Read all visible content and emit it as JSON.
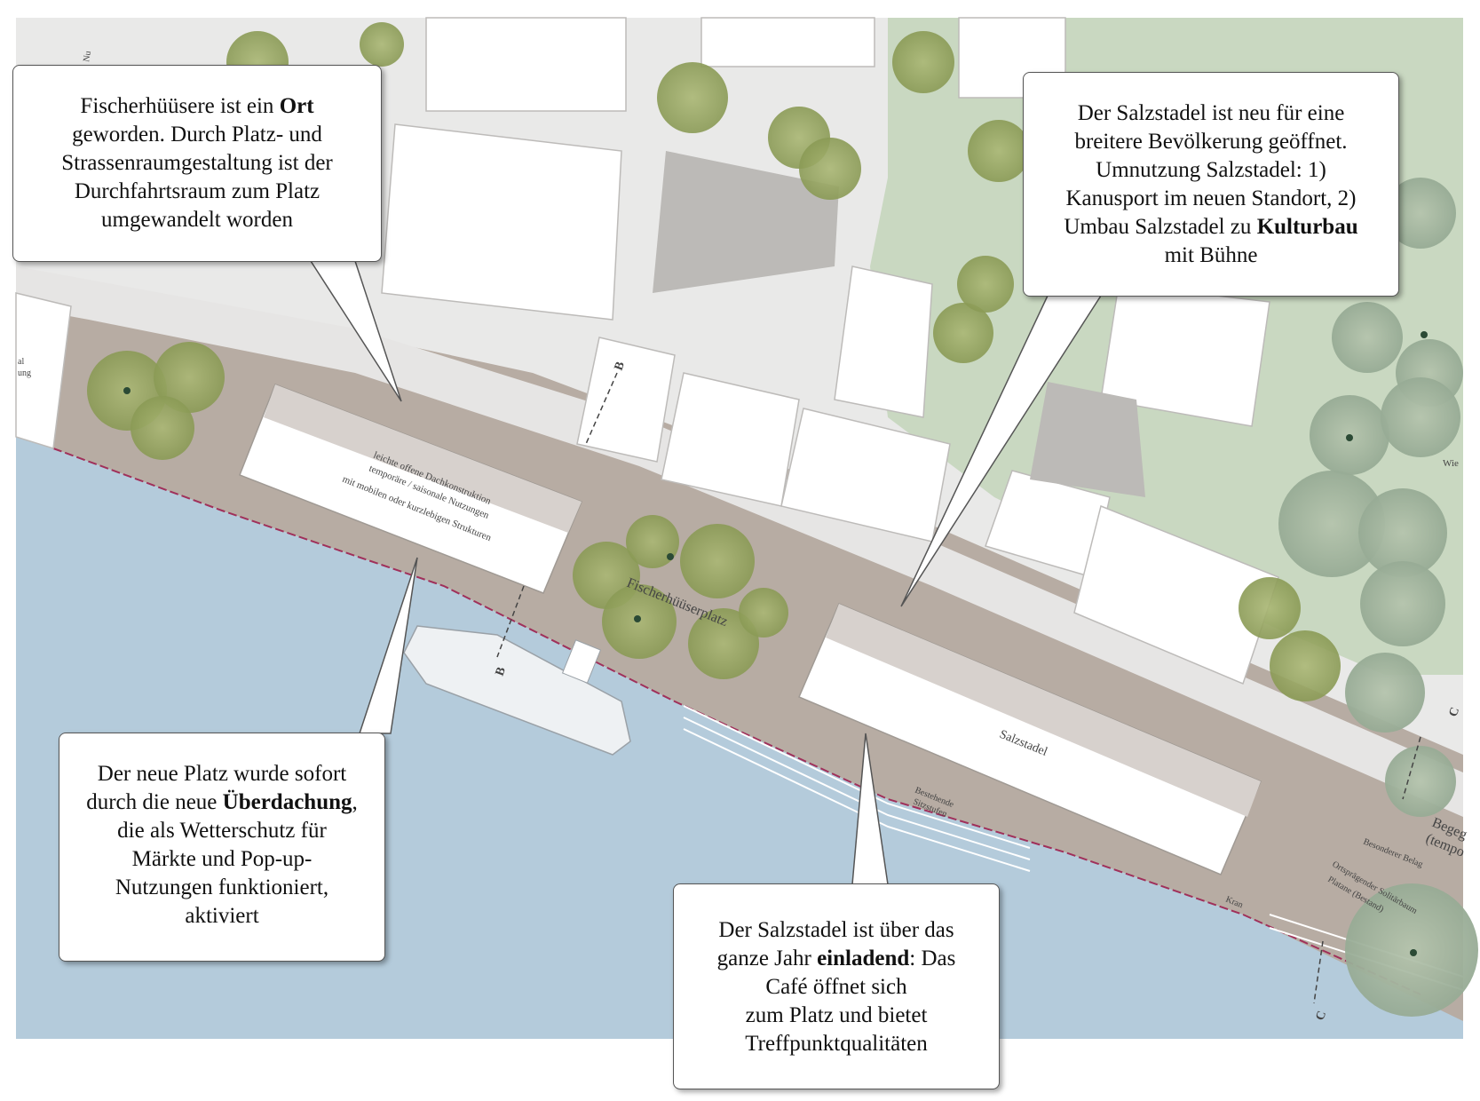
{
  "map_labels": {
    "fischerhuuserplatz": "Fischerhüüserplatz",
    "salzstadel": "Salzstadel",
    "roof_line1": "leichte offene Dachkonstruktion",
    "roof_line2": "temporäre / saisonale Nutzungen",
    "roof_line3": "mit mobilen oder kurzlebigen Strukturen",
    "steps_line1": "Bestehende",
    "steps_line2": "Sitzstufen",
    "kran": "Kran",
    "belag": "Besonderer Belag",
    "tree_line1": "Ortsprägender Solitärbaum",
    "tree_line2": "Platane (Bestand)",
    "begeg_line1": "Begeg",
    "begeg_line2": "(tempo",
    "section_b": "B",
    "section_c": "C",
    "left_edge_1": "al",
    "left_edge_2": "ung",
    "top_edge_1": "Nu",
    "right_edge_1": "Wie"
  },
  "callouts": {
    "top_left": {
      "l1a": "Fischerhüüsere ist ein ",
      "l1b": "Ort",
      "l2": "geworden. Durch Platz- und",
      "l3": "Strassenraumgestaltung ist der",
      "l4": "Durchfahrtsraum zum Platz",
      "l5": "umgewandelt worden"
    },
    "top_right": {
      "l1": "Der Salzstadel ist neu für eine",
      "l2": "breitere Bevölkerung geöffnet.",
      "l3": "Umnutzung Salzstadel: 1)",
      "l4": "Kanusport im neuen Standort, 2)",
      "l5a": "Umbau Salzstadel zu ",
      "l5b": "Kulturbau",
      "l6": "mit Bühne"
    },
    "bottom_left": {
      "l1": "Der neue Platz wurde sofort",
      "l2a": "durch die neue ",
      "l2b": "Überdachung",
      "l2c": ",",
      "l3": "die als Wetterschutz für",
      "l4": "Märkte und Pop-up-",
      "l5": "Nutzungen funktioniert,",
      "l6": "aktiviert"
    },
    "bottom_center": {
      "l1": "Der Salzstadel ist über das",
      "l2a": "ganze Jahr ",
      "l2b": "einladend",
      "l2c": ": Das",
      "l3": "Café öffnet sich",
      "l4": "zum Platz und bietet",
      "l5": "Treffpunktqualitäten"
    }
  }
}
